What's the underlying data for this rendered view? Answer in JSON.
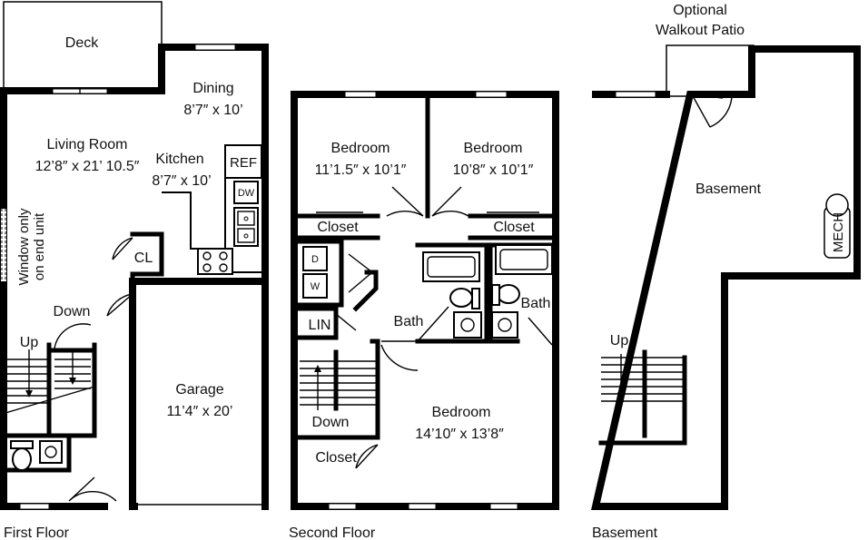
{
  "floors": {
    "first": "First Floor",
    "second": "Second Floor",
    "basement": "Basement"
  },
  "first_floor": {
    "deck": "Deck",
    "dining": {
      "name": "Dining",
      "size": "8’7″ x 10’"
    },
    "living_room": {
      "name": "Living Room",
      "size": "12’8″ x 21’ 10.5″"
    },
    "kitchen": {
      "name": "Kitchen",
      "size": "8’7″ x 10’"
    },
    "ref": "REF",
    "dw": "DW",
    "cl": "CL",
    "window_note_1": "Window only",
    "window_note_2": "on end unit",
    "down": "Down",
    "up": "Up",
    "garage": {
      "name": "Garage",
      "size": "11’4″ x 20’"
    }
  },
  "second_floor": {
    "bedroom1": {
      "name": "Bedroom",
      "size": "11’1.5″ x 10’1″"
    },
    "bedroom2": {
      "name": "Bedroom",
      "size": "10’8″ x 10’1″"
    },
    "closet1": "Closet",
    "closet2": "Closet",
    "closet3": "Closet",
    "dryer": "D",
    "washer": "W",
    "lin": "LIN",
    "bath1": "Bath",
    "bath2": "Bath",
    "down": "Down",
    "bedroom3": {
      "name": "Bedroom",
      "size": "14’10″ x 13’8″"
    }
  },
  "basement": {
    "patio_1": "Optional",
    "patio_2": "Walkout Patio",
    "name": "Basement",
    "mech": "MECH",
    "up": "Up"
  }
}
